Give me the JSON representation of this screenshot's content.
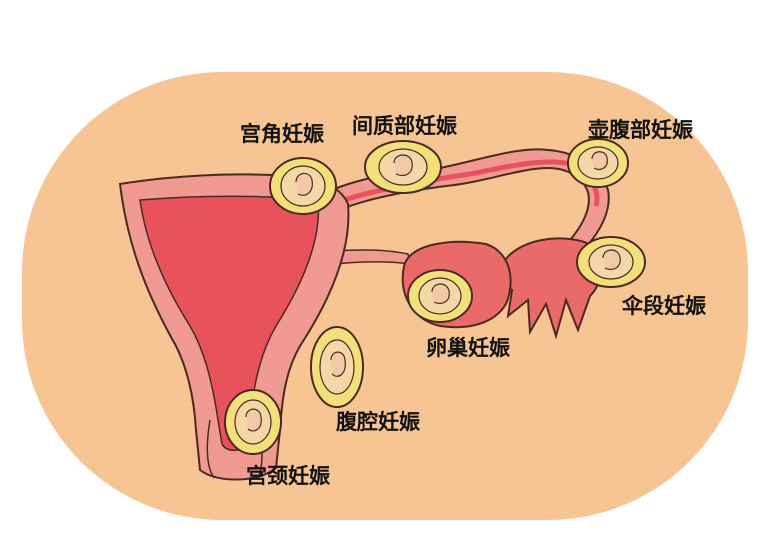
{
  "colors": {
    "background": "#ffffff",
    "blob": "#f7c593",
    "uterus_wall": "#f09a92",
    "uterus_cavity": "#e8525a",
    "outline": "#4a2a22",
    "sac": "#f3e07a",
    "embryo": "#f4c9a8"
  },
  "labels": {
    "cornual": "宫角妊娠",
    "interstitial": "间质部妊娠",
    "ampullary": "壶腹部妊娠",
    "fimbrial": "伞段妊娠",
    "ovarian": "卵巢妊娠",
    "abdominal": "腹腔妊娠",
    "cervical": "宫颈妊娠"
  }
}
